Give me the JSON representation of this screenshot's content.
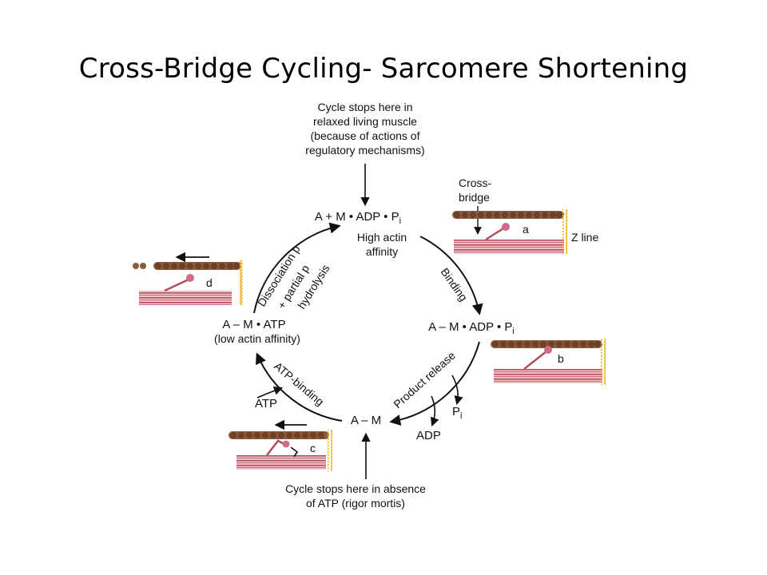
{
  "slide": {
    "title": "Cross-Bridge Cycling- Sarcomere Shortening"
  },
  "diagram": {
    "top_note": [
      "Cycle stops here in",
      "relaxed living muscle",
      "(because of actions of",
      "regulatory mechanisms)"
    ],
    "bottom_note": [
      "Cycle stops here in absence",
      "of ATP (rigor mortis)"
    ],
    "states": {
      "top": {
        "formula": "A + M • ADP • P",
        "sub": "i",
        "desc": [
          "High actin",
          "affinity"
        ]
      },
      "right": {
        "formula": "A – M • ADP • P",
        "sub": "i"
      },
      "bottom": {
        "formula": "A – M"
      },
      "left": {
        "formula": "A – M • ATP",
        "desc": "(low actin affinity)"
      }
    },
    "steps": {
      "binding": "Binding",
      "product_release": "Product release",
      "atp_binding": "ATP-binding",
      "dissociation": [
        "Dissociation p",
        "+ partial p",
        "hydrolysis"
      ]
    },
    "side_molecules": {
      "pi": "P",
      "pi_sub": "i",
      "adp": "ADP",
      "atp": "ATP"
    },
    "panels": {
      "a": {
        "letter": "a",
        "crossbridge_label": [
          "Cross-",
          "bridge"
        ],
        "zline_label": "Z line"
      },
      "b": {
        "letter": "b"
      },
      "c": {
        "letter": "c"
      },
      "d": {
        "letter": "d"
      }
    },
    "colors": {
      "actin": "#8a5a3c",
      "myosin_light": "#e9b8bd",
      "myosin_dark": "#b24d5b",
      "zline": "#f2b233",
      "arrow": "#111111"
    }
  }
}
